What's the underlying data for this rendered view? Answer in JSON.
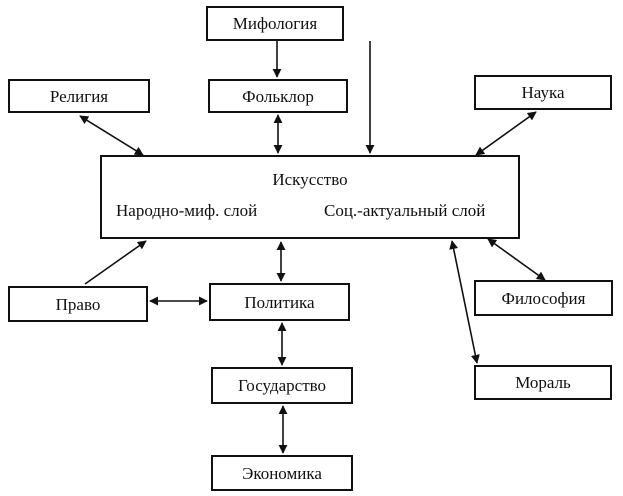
{
  "nodes": {
    "mythology": "Мифология",
    "religion": "Религия",
    "folklore": "Фольклор",
    "science": "Наука",
    "art": {
      "title": "Искусство",
      "layer_left": "Народно-миф. слой",
      "layer_right": "Соц.-актуальный слой"
    },
    "law": "Право",
    "politics": "Политика",
    "philosophy": "Философия",
    "morality": "Мораль",
    "state": "Государство",
    "economy": "Экономика"
  },
  "edges": [
    {
      "from": "mythology",
      "to": "folklore",
      "direction": "one-way"
    },
    {
      "from": "mythology",
      "to": "art",
      "direction": "one-way"
    },
    {
      "from": "religion",
      "to": "art",
      "direction": "two-way"
    },
    {
      "from": "folklore",
      "to": "art",
      "direction": "two-way"
    },
    {
      "from": "science",
      "to": "art",
      "direction": "two-way"
    },
    {
      "from": "law",
      "to": "art",
      "direction": "one-way"
    },
    {
      "from": "art",
      "to": "politics",
      "direction": "two-way"
    },
    {
      "from": "law",
      "to": "politics",
      "direction": "two-way"
    },
    {
      "from": "art",
      "to": "philosophy",
      "direction": "two-way"
    },
    {
      "from": "art",
      "to": "morality",
      "direction": "two-way"
    },
    {
      "from": "politics",
      "to": "state",
      "direction": "two-way"
    },
    {
      "from": "state",
      "to": "economy",
      "direction": "two-way"
    }
  ]
}
